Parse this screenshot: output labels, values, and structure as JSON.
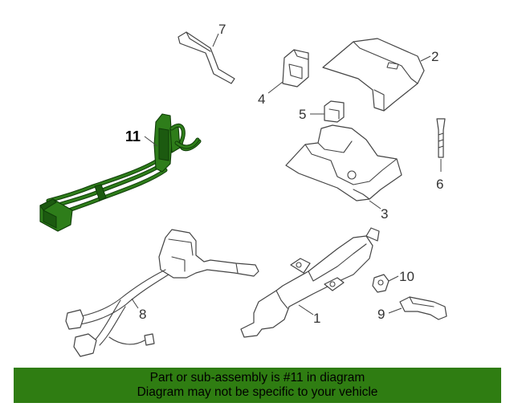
{
  "callouts": {
    "c1": "1",
    "c2": "2",
    "c3": "3",
    "c4": "4",
    "c5": "5",
    "c6": "6",
    "c7": "7",
    "c8": "8",
    "c9": "9",
    "c10": "10",
    "c11": "11"
  },
  "banner": {
    "line1": "Part or sub-assembly is #11 in diagram",
    "line2": "Diagram may not be specific to your vehicle"
  },
  "colors": {
    "highlight": "#2e7d1a",
    "banner": "#2f7d12"
  }
}
